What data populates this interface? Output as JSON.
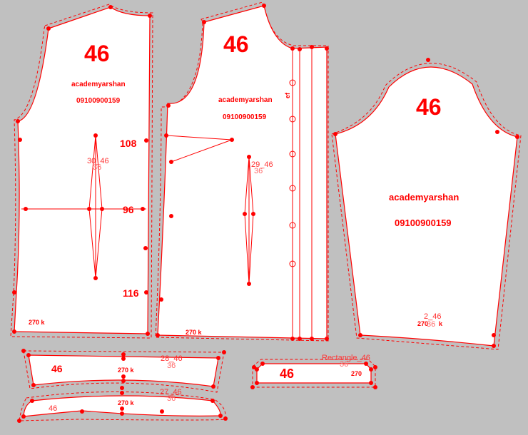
{
  "colors": {
    "background": "#c0c0c0",
    "line": "#ff0000",
    "piece_fill": "#ffffff"
  },
  "back": {
    "size": "46",
    "brand": "academyarshan",
    "phone": "09100900159",
    "m1": "108",
    "m2": "96",
    "m3": "116",
    "bottom": "270  k",
    "dart_a": "30_46",
    "dart_b": "36"
  },
  "front": {
    "size": "46",
    "brand": "academyarshan",
    "phone": "09100900159",
    "bottom": "270  k",
    "dart_a": "29_46",
    "dart_b": "36",
    "placket": "ef"
  },
  "sleeve": {
    "size": "46",
    "brand": "academyarshan",
    "phone": "09100900159",
    "label_a": "2_46",
    "label_b": "270",
    "label_c": "36",
    "label_d": "k"
  },
  "collar": {
    "size": "46",
    "code": "270 k",
    "label_a": "28_46",
    "label_b": "36"
  },
  "stand": {
    "size": "46",
    "code": "270 k",
    "label_a": "27_46",
    "label_b": "36"
  },
  "cuff": {
    "size": "46",
    "code": "270",
    "label_a": "Rectangle_46",
    "label_b": "36"
  }
}
